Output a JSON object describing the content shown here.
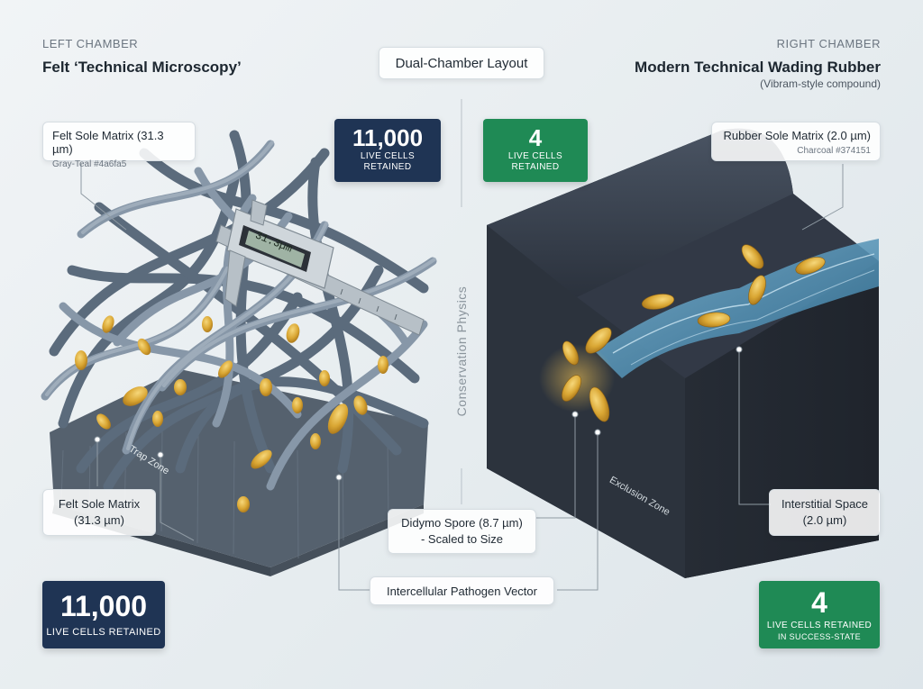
{
  "header": {
    "center_title": "Dual-Chamber Layout",
    "axis_label": "Conservation Physics"
  },
  "left": {
    "eyebrow": "LEFT CHAMBER",
    "title": "Felt ‘Technical Microscopy’",
    "matrix_card": {
      "title": "Felt Sole Matrix (31.3 µm)",
      "subtitle": "Gray-Teal #4a6fa5"
    },
    "matrix_label": {
      "line1": "Felt Sole Matrix",
      "line2": "(31.3 µm)"
    },
    "caliper_reading": "31.3µm",
    "zone_label": "Trap Zone",
    "stat_top": {
      "value": "11,000",
      "line1": "LIVE CELLS",
      "line2": "RETAINED"
    },
    "stat_bottom": {
      "value": "11,000",
      "caption": "LIVE CELLS RETAINED"
    },
    "felt_color": "#4a6fa5"
  },
  "right": {
    "eyebrow": "RIGHT CHAMBER",
    "title": "Modern Technical Wading Rubber",
    "subtitle": "(Vibram-style compound)",
    "matrix_card": {
      "title": "Rubber Sole Matrix (2.0 µm)",
      "subtitle": "Charcoal #374151"
    },
    "interstitial_label": {
      "line1": "Interstitial Space",
      "line2": "(2.0 µm)"
    },
    "zone_label": "Exclusion Zone",
    "stat_top": {
      "value": "4",
      "line1": "LIVE CELLS",
      "line2": "RETAINED"
    },
    "stat_bottom": {
      "value": "4",
      "line1": "LIVE CELLS RETAINED",
      "line2": "IN SUCCESS-STATE"
    },
    "rubber_color": "#374151"
  },
  "center": {
    "spore_label": {
      "line1": "Didymo Spore (8.7 µm)",
      "line2": "- Scaled to Size"
    },
    "vector_label": "Intercellular Pathogen Vector"
  },
  "colors": {
    "navy": "#1f3454",
    "green": "#1f8a55",
    "spore": "#d9a633"
  }
}
